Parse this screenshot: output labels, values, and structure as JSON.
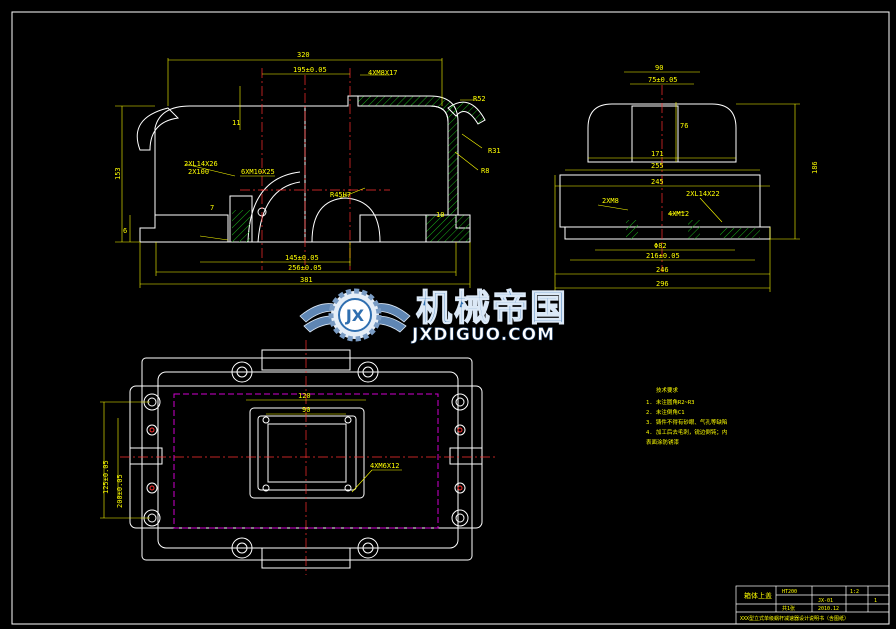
{
  "colors": {
    "background": "#000000",
    "outline": "#ffffff",
    "dimension": "#ffff00",
    "centerline": "#ff3030",
    "hidden": "#d000d0",
    "hatch": "#19b019",
    "watermark_text": "#2f6fb0"
  },
  "watermark": {
    "brand_cn": "机械帝国",
    "brand_en": "JXDIGUO.COM",
    "logo_letters": "JX",
    "icon": "gear-wings-logo-icon"
  },
  "front_view": {
    "dims": {
      "overall_top": "320",
      "center_top": "195±0.05",
      "height": "153",
      "slot_depth": "11",
      "base_thk": "6",
      "bottom_1": "145±0.05",
      "bottom_2": "256±0.05",
      "overall_bottom": "381",
      "radius_bore": "R45H7",
      "radius_52": "R52",
      "radius_31": "R31",
      "radius_small": "R8",
      "callout_thread": "4XM8X17",
      "callout_hole_1": "2XL14X26",
      "callout_hole_2": "2X100",
      "callout_hole_3": "6XM10X25",
      "pin_10": "10",
      "small_7": "7"
    }
  },
  "side_view": {
    "dims": {
      "top_90": "90",
      "top_75": "75±0.05",
      "depth_76": "76",
      "width_171": "171",
      "width_255": "255",
      "width_245": "245",
      "height_186": "186",
      "hole_note_1": "2XM8",
      "hole_note_2": "2XL14X22",
      "hole_note_3": "4XM12",
      "dim_92": "Φ82",
      "dim_216": "216±0.05",
      "dim_246": "246",
      "dim_296": "296"
    }
  },
  "top_view": {
    "dims": {
      "window_120": "120",
      "window_90": "90",
      "height_125": "125±0.05",
      "height_200": "200±0.05",
      "callout_thread": "4XM6X12"
    }
  },
  "notes": {
    "title": "技术要求",
    "items": [
      "1. 未注圆角R2~R3",
      "2. 未注倒角C1",
      "3. 铸件不得有砂眼、气孔等缺陷",
      "4. 加工后去毛刺，锐边倒钝；内",
      "   表面涂防锈漆"
    ]
  },
  "title_block": {
    "part_name": "箱体上盖",
    "material": "HT200",
    "scale": "1:2",
    "sheet": "共1张",
    "drawing_no": "JX-01",
    "qty": "1",
    "date": "2010.12",
    "footer": "XXX型立式单级蜗杆减速器设计说明书（含图纸）"
  }
}
